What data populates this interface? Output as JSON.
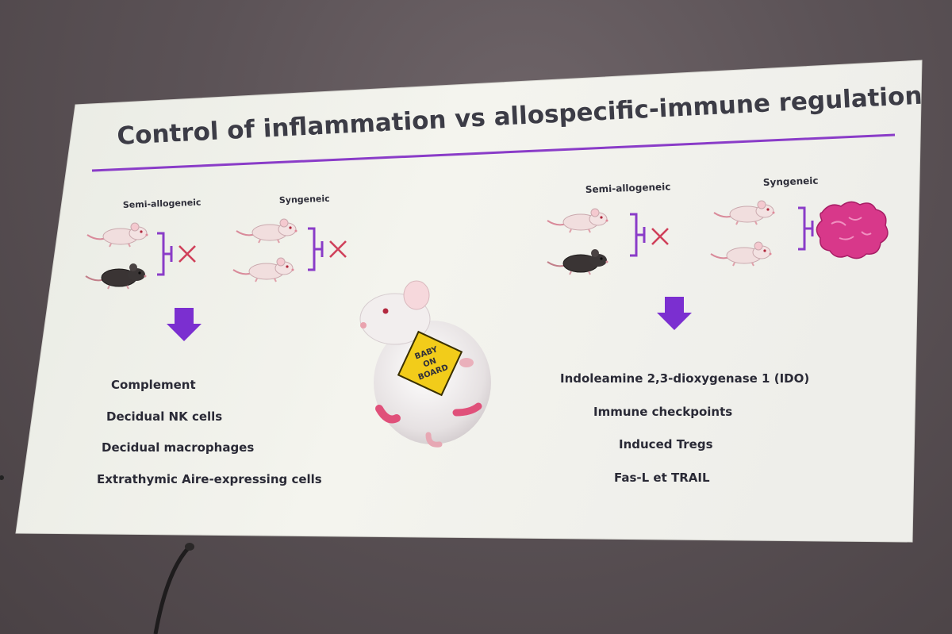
{
  "slide": {
    "title": "Control of inflammation vs allospecific-immune regulation",
    "left": {
      "label_semi": "Semi-allogeneic",
      "label_syn": "Syngeneic",
      "items": [
        "Complement",
        "Decidual NK cells",
        "Decidual macrophages",
        "Extrathymic Aire-expressing cells"
      ]
    },
    "right": {
      "label_semi": "Semi-allogeneic",
      "label_syn": "Syngeneic",
      "items": [
        "Indoleamine 2,3-dioxygenase 1 (IDO)",
        "Immune checkpoints",
        "Induced Tregs",
        "Fas-L et TRAIL"
      ]
    },
    "sign": {
      "line1": "BABY",
      "line2": "ON",
      "line3": "BOARD"
    }
  },
  "colors": {
    "accent_purple": "#8a3cc8",
    "arrow_purple": "#7b2fd0",
    "cross_red": "#d0405a",
    "tissue_pink": "#d8388a",
    "sign_yellow": "#f2cc1a"
  },
  "icons": [
    "mouse-white-icon",
    "mouse-black-icon",
    "inhibit-bracket-icon",
    "cross-icon",
    "down-arrow-icon",
    "pregnant-mouse-image",
    "tissue-icon",
    "microphone-icon"
  ]
}
